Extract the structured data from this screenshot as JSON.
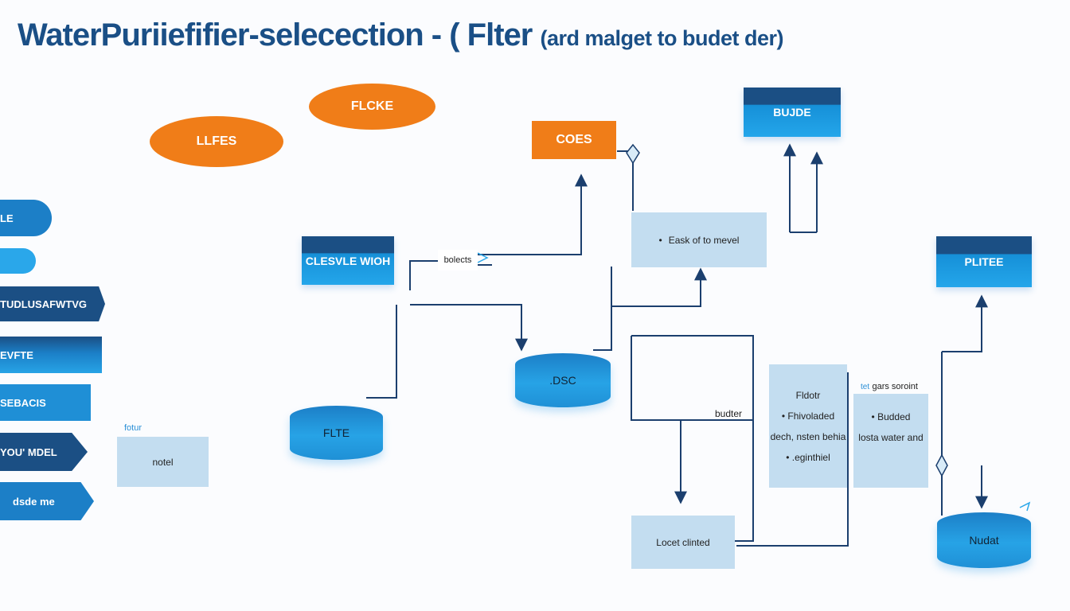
{
  "title": {
    "main": "WaterPuriiefifier-selecection -  ( Flter",
    "sub": "(ard malget to budet der)"
  },
  "side_tabs": [
    {
      "label": "LE",
      "color": "#1c7fc7"
    },
    {
      "label": "",
      "color": "#2aa7ea"
    },
    {
      "label": "TUDLUSAFWTVG",
      "color": "#1b4f84"
    },
    {
      "label": "EVFTE",
      "color": "#1b7fc7"
    },
    {
      "label": "SEBACIS",
      "color": "#1f8fd6"
    },
    {
      "label": "YOU' MDEL",
      "color": "#1b4f84"
    },
    {
      "label": "dsde me",
      "color": "#1c7fc7"
    }
  ],
  "nodes": {
    "lifes": "LLFES",
    "flcke": "FLCKE",
    "coes": "COES",
    "bujde": "BUJDE",
    "clesvle": "CLESVLE WIOH",
    "dsc": ".DSC",
    "flte": "FLTE",
    "plitee": "PLITEE",
    "nudat": "Nudat",
    "eask": "Eask of to mevel",
    "eask_bullet": "•",
    "notel": "notel",
    "locet": "Locet clinted",
    "fldotr": {
      "heading": "Fldotr",
      "lines": [
        "•  Fhivoladed",
        "dech, nsten behia",
        "• .eginthiel"
      ]
    },
    "gars": {
      "lines": [
        "• Budded",
        "losta water and"
      ]
    }
  },
  "labels": {
    "bolects": "bolects",
    "fotur": "fotur",
    "budter": "budter",
    "gars_heading": "gars soroint",
    "gars_prefix": "tet"
  },
  "colors": {
    "accent_orange": "#f07d18",
    "dark_blue": "#1b4f84",
    "bright_blue": "#24a6ea",
    "pale_blue": "#c3ddf0",
    "connector": "#1b3f6e"
  }
}
